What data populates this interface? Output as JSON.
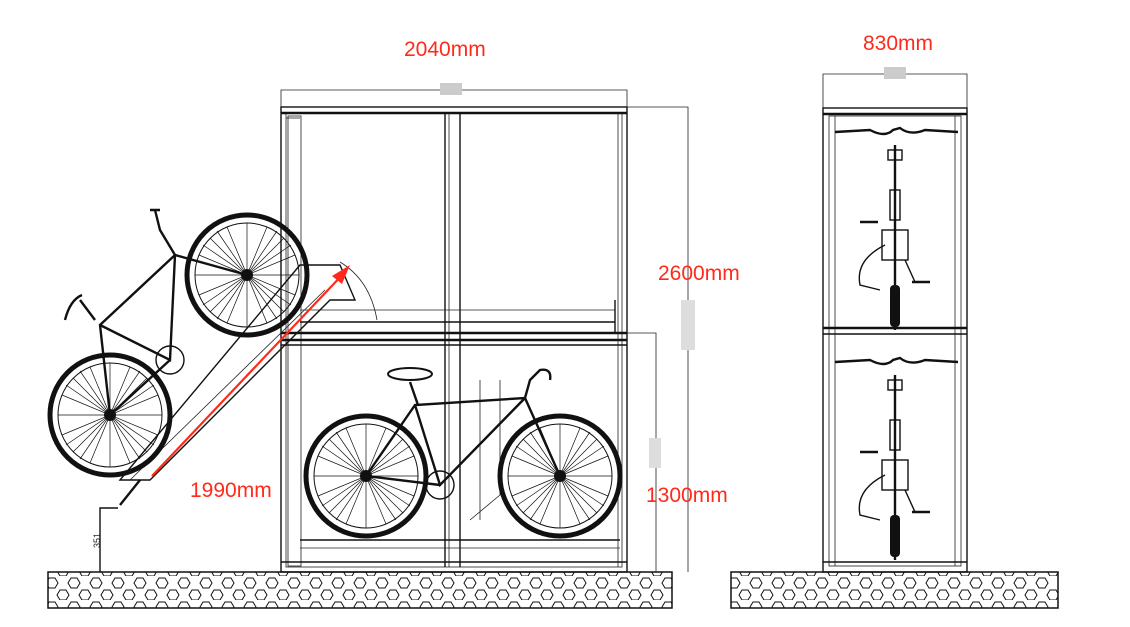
{
  "dimensions": {
    "side_width": "2040mm",
    "end_width": "830mm",
    "total_height": "2600mm",
    "lower_height": "1300mm",
    "ramp_length": "1990mm",
    "step_height": "351"
  },
  "colors": {
    "dimension_text": "#ff2a1a",
    "arrow": "#ff2a1a",
    "lines": "#111111"
  }
}
